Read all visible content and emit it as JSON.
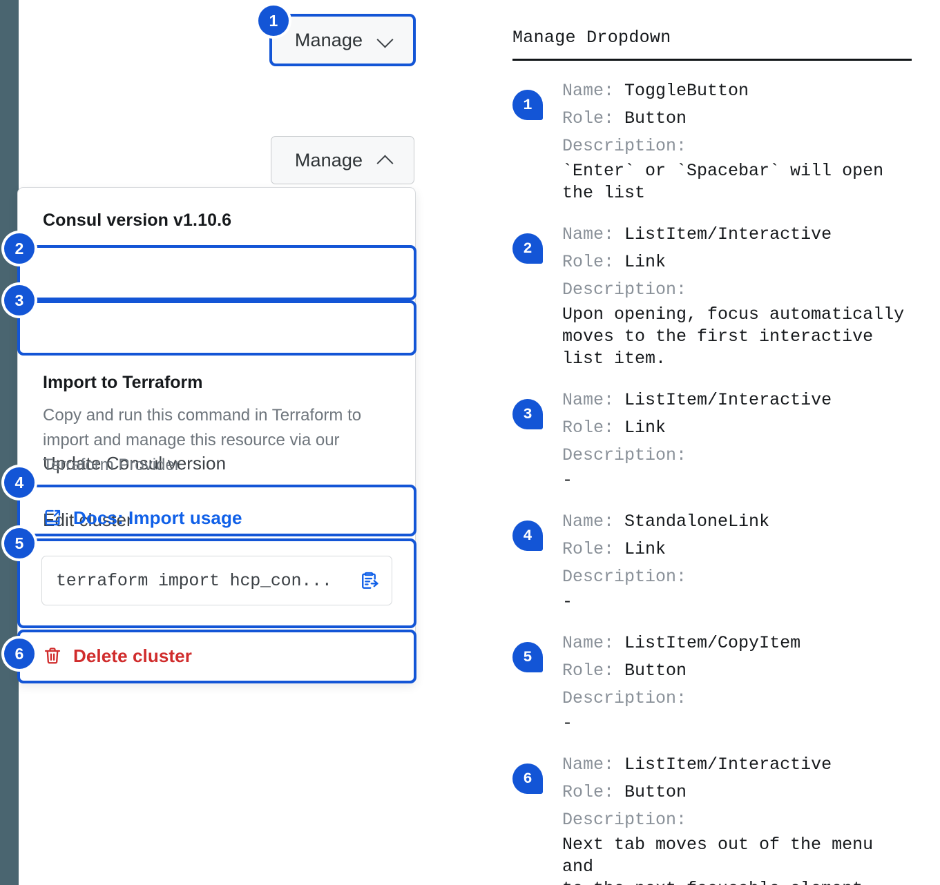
{
  "left_panel": {
    "collapsed_button": {
      "label": "Manage",
      "icon": "chevron-down-icon"
    },
    "expanded_button": {
      "label": "Manage",
      "icon": "chevron-up-icon"
    },
    "dropdown": {
      "header": "Consul version v1.10.6",
      "items": [
        {
          "label": "Update Consul version"
        },
        {
          "label": "Edit cluster"
        }
      ],
      "terraform_section": {
        "title": "Import to Terraform",
        "description": "Copy and run this command in Terraform to import and manage this resource via our Terraform Provider.",
        "docs_link": {
          "label": "Docs: Import usage",
          "icon": "docs-external-link-icon"
        },
        "command": {
          "value": "terraform import hcp_con...",
          "copy_icon": "copy-to-clipboard-icon"
        }
      },
      "delete_item": {
        "label": "Delete cluster",
        "icon": "trash-icon"
      }
    },
    "badges": [
      "1",
      "2",
      "3",
      "4",
      "5",
      "6"
    ]
  },
  "doc_panel": {
    "title": "Manage Dropdown",
    "labels": {
      "name": "Name:",
      "role": "Role:",
      "description": "Description:"
    },
    "entries": [
      {
        "badge": "1",
        "name": "ToggleButton",
        "role": "Button",
        "description": "`Enter` or `Spacebar` will open\nthe list"
      },
      {
        "badge": "2",
        "name": "ListItem/Interactive",
        "role": "Link",
        "description": "Upon opening, focus automatically\nmoves to the first interactive\nlist item."
      },
      {
        "badge": "3",
        "name": "ListItem/Interactive",
        "role": "Link",
        "description": "-"
      },
      {
        "badge": "4",
        "name": "StandaloneLink",
        "role": "Link",
        "description": "-"
      },
      {
        "badge": "5",
        "name": "ListItem/CopyItem",
        "role": "Button",
        "description": "-"
      },
      {
        "badge": "6",
        "name": "ListItem/Interactive",
        "role": "Button",
        "description": "Next tab moves out of the menu and\nto the next focusable element"
      }
    ]
  },
  "colors": {
    "accent_blue": "#1355d6",
    "link_blue": "#1060e8",
    "danger_red": "#d02c2c",
    "rail_slate": "#4a6570",
    "muted_gray": "#8a9199"
  }
}
